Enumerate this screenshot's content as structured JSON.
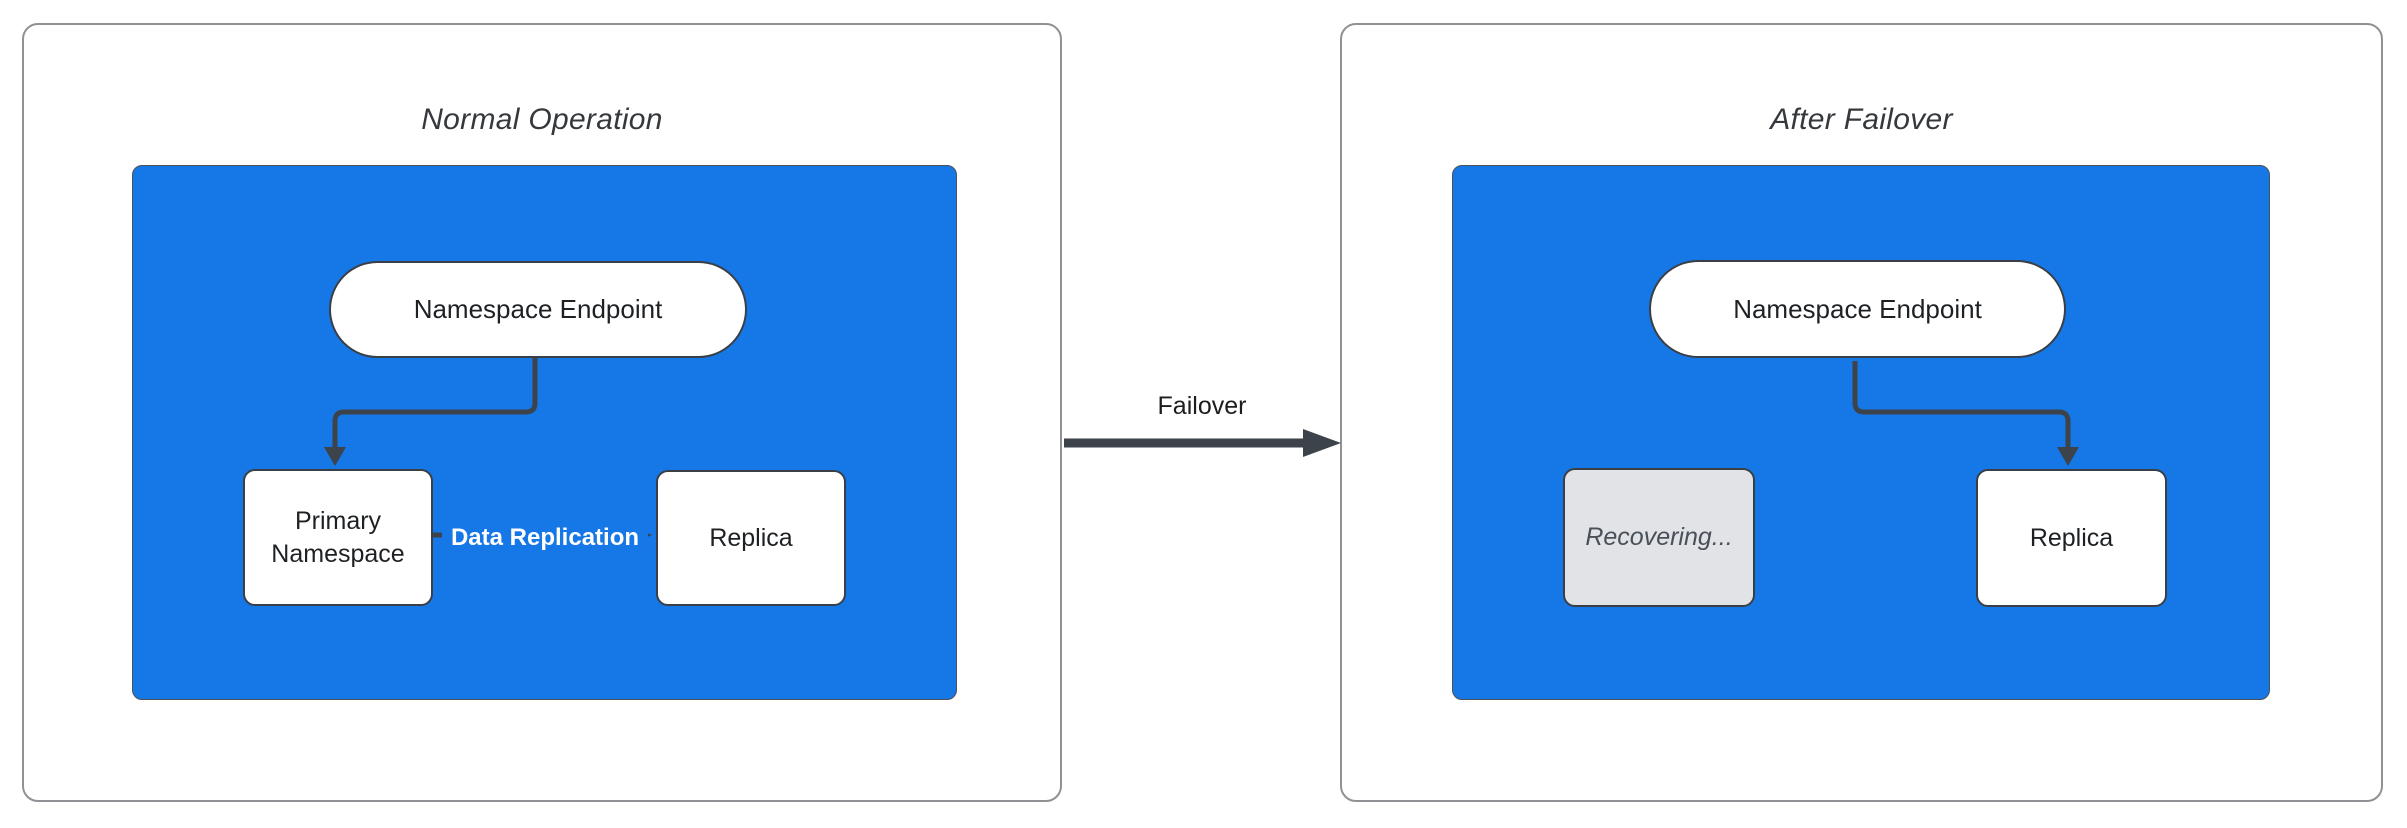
{
  "diagram": {
    "transition": {
      "label": "Failover"
    },
    "colors": {
      "cluster_blue": "#1677E6",
      "connector": "#3D434A",
      "recovering_fill": "#E2E3E6",
      "panel_border": "#8F9194"
    },
    "panels": [
      {
        "title": "Normal Operation",
        "endpoint_label": "Namespace Endpoint",
        "primary_label": "Primary Namespace",
        "replica_label": "Replica",
        "edge_label": "Data Replication"
      },
      {
        "title": "After Failover",
        "endpoint_label": "Namespace Endpoint",
        "recovering_label": "Recovering...",
        "replica_label": "Replica"
      }
    ]
  }
}
